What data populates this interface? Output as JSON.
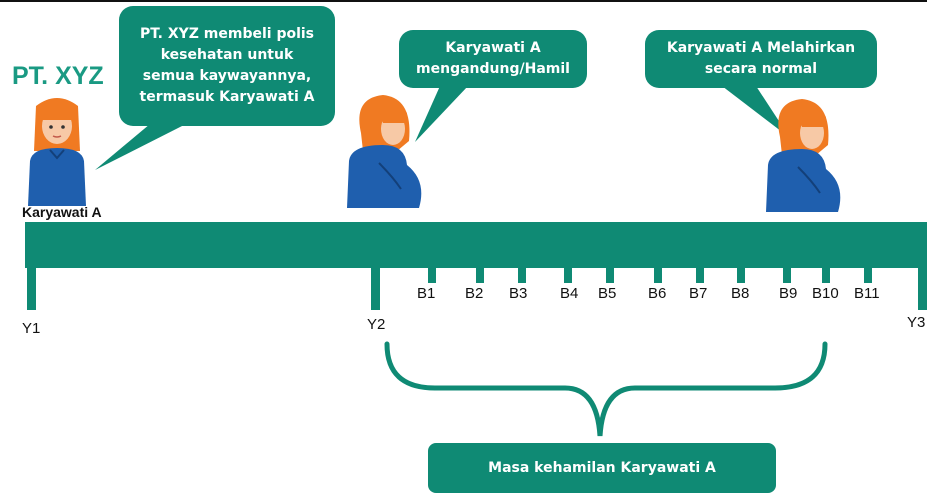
{
  "header": {
    "company": "PT. XYZ"
  },
  "employee_label": "Karyawati A",
  "bubbles": {
    "policy": "PT. XYZ membeli polis\nkesehatan untuk\nsemua kaywayannya,\ntermasuk Karyawati A",
    "pregnant": "Karyawati A\nmengandung/Hamil",
    "birth": "Karyawati A Melahirkan\nsecara normal"
  },
  "years": [
    "Y1",
    "Y2",
    "Y3"
  ],
  "months": [
    "B1",
    "B2",
    "B3",
    "B4",
    "B5",
    "B6",
    "B7",
    "B8",
    "B9",
    "B10",
    "B11"
  ],
  "period_label": "Masa kehamilan Karyawati A",
  "colors": {
    "accent": "#0f8a74",
    "company": "#1a9a83",
    "hair": "#f07a22",
    "dress": "#1f5fae"
  }
}
